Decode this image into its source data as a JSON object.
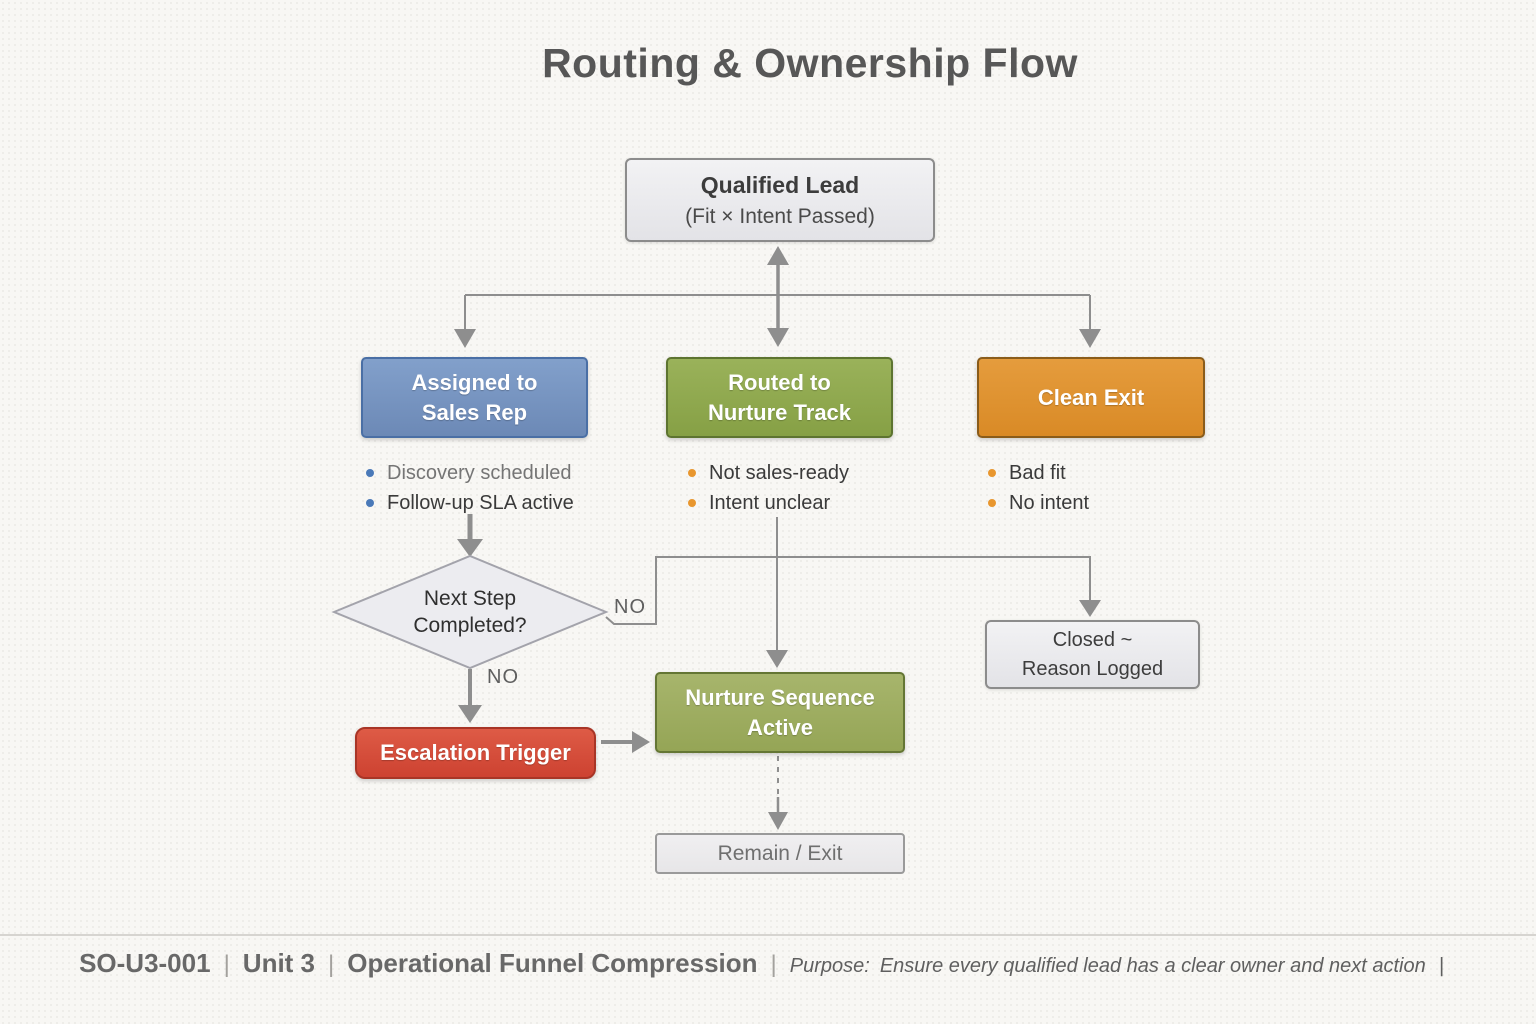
{
  "title": "Routing & Ownership Flow",
  "nodes": {
    "qualified_lead": {
      "line1": "Qualified Lead",
      "line2": "(Fit × Intent Passed)"
    },
    "assigned": {
      "line1": "Assigned to",
      "line2": "Sales Rep"
    },
    "routed": {
      "line1": "Routed to",
      "line2": "Nurture Track"
    },
    "clean_exit": {
      "label": "Clean Exit"
    },
    "decision": {
      "line1": "Next Step",
      "line2": "Completed?"
    },
    "escalation": {
      "label": "Escalation Trigger"
    },
    "nurture_active": {
      "line1": "Nurture Sequence",
      "line2": "Active"
    },
    "closed": {
      "line1": "Closed ~",
      "line2": "Reason Logged"
    },
    "remain": {
      "label": "Remain / Exit"
    }
  },
  "bullets": {
    "assigned": [
      "Discovery scheduled",
      "Follow-up SLA active"
    ],
    "routed": [
      "Not sales-ready",
      "Intent unclear"
    ],
    "clean_exit": [
      "Bad fit",
      "No intent"
    ]
  },
  "edge_labels": {
    "no_right": "NO",
    "no_down": "NO"
  },
  "footer": {
    "doc_id": "SO-U3-001",
    "unit": "Unit 3",
    "doc_title": "Operational Funnel Compression",
    "separator": "|",
    "purpose_label": "Purpose:",
    "purpose_text": "Ensure every qualified lead has a clear owner and next action"
  },
  "colors": {
    "assigned_fill": "#7390bd",
    "routed_fill": "#8ea74c",
    "clean_exit_fill": "#e0912e",
    "escalation_fill": "#d74b38",
    "nurture_active_fill": "#9dac60",
    "neutral_fill": "#ebebee",
    "connector": "#8e8e8e",
    "bullet_blue": "#4a79b8",
    "bullet_orange": "#e8962e",
    "background": "#f8f7f4"
  }
}
